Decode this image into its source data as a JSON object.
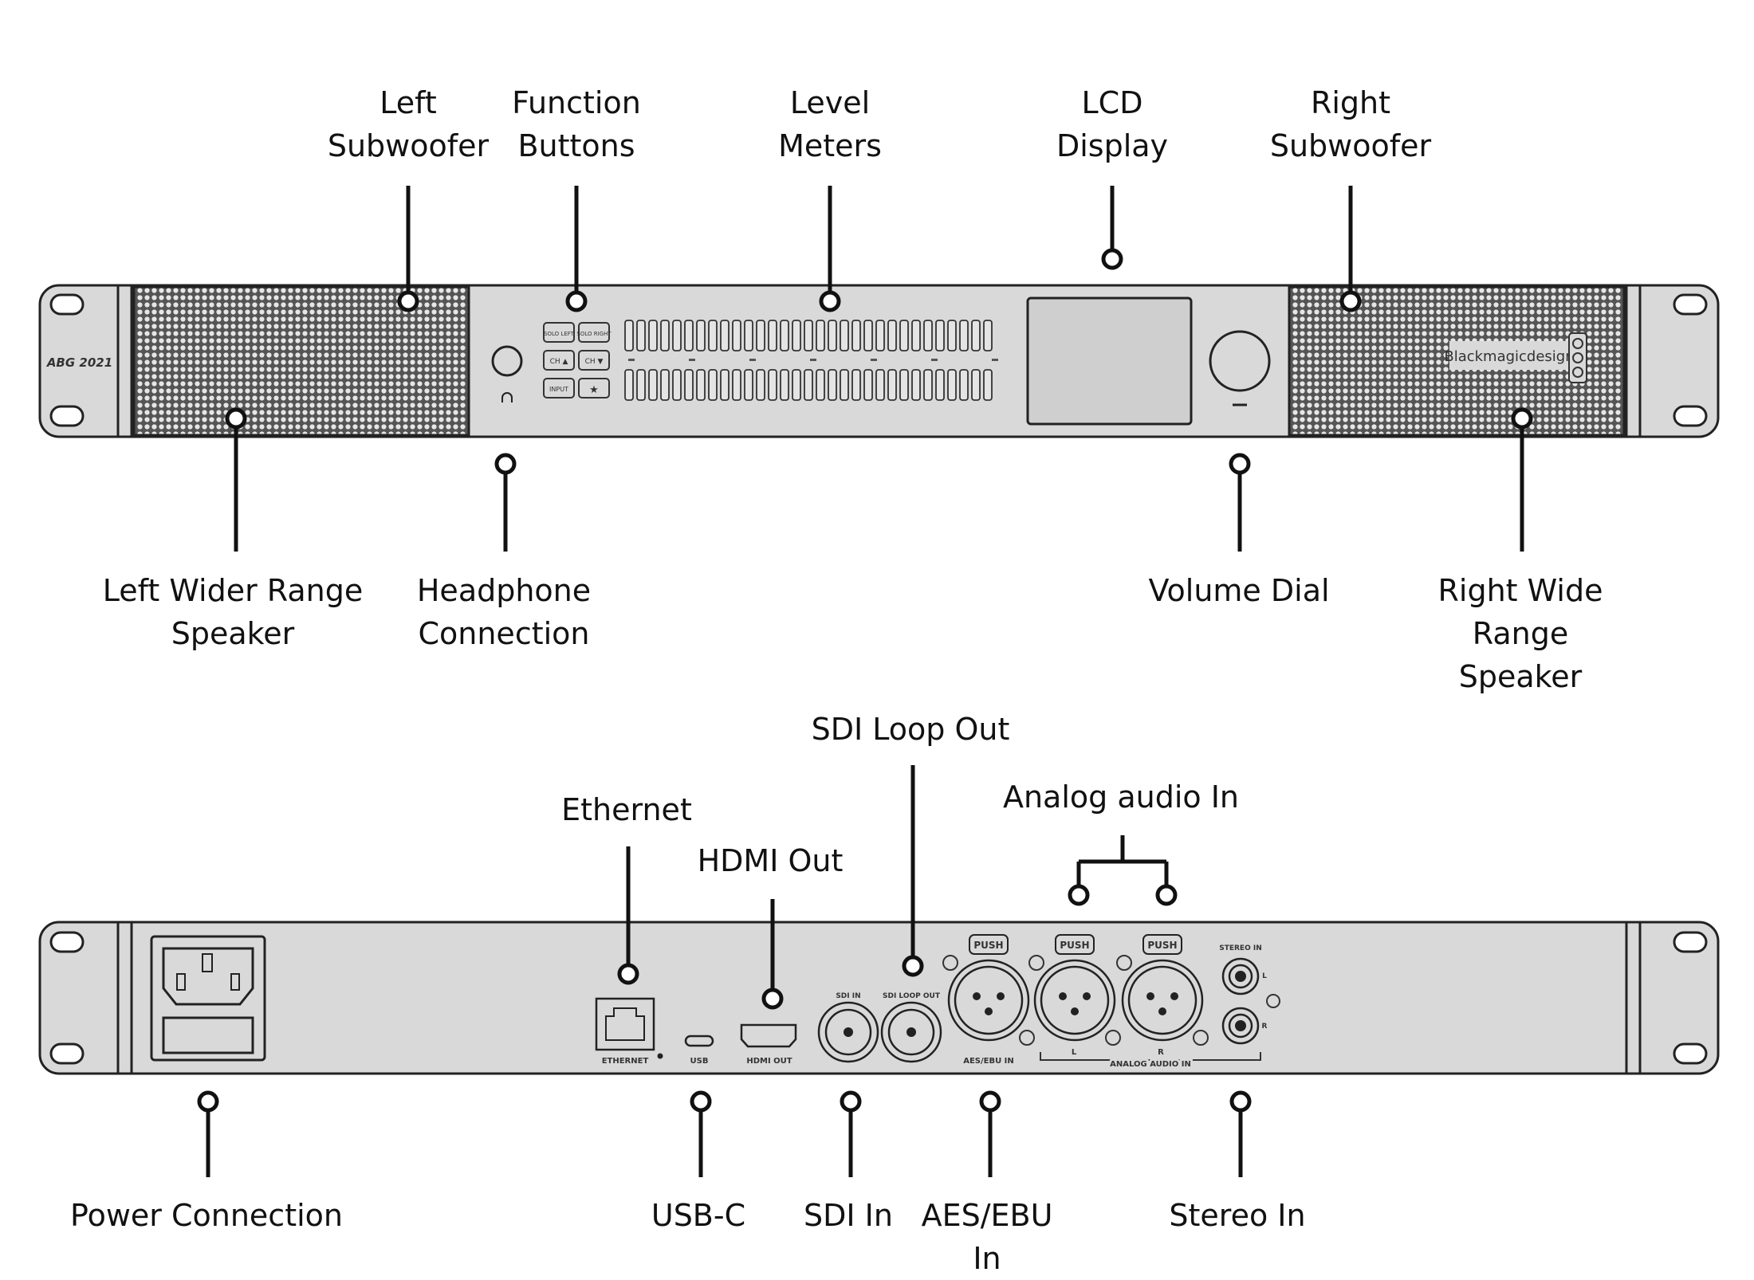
{
  "front_panel": {
    "callouts": {
      "left_subwoofer": "Left\nSubwoofer",
      "function_buttons": "Function\nButtons",
      "level_meters": "Level\nMeters",
      "lcd_display": "LCD\nDisplay",
      "right_subwoofer": "Right\nSubwoofer",
      "left_wider_range_speaker": "Left Wider Range\nSpeaker",
      "headphone_connection": "Headphone\nConnection",
      "volume_dial": "Volume Dial",
      "right_wide_range_speaker": "Right Wide Range\nSpeaker"
    },
    "model_badge": "ABG 2021",
    "brand": "Blackmagicdesign",
    "buttons": [
      "SOLO LEFT",
      "SOLO RIGHT",
      "CH ▲",
      "CH ▼",
      "INPUT",
      "★"
    ]
  },
  "rear_panel": {
    "callouts": {
      "ethernet": "Ethernet",
      "hdmi_out": "HDMI Out",
      "sdi_loop_out": "SDI Loop Out",
      "analog_audio_in": "Analog audio In",
      "power_connection": "Power Connection",
      "usb_c": "USB-C",
      "sdi_in": "SDI In",
      "aes_ebu_in": "AES/EBU\nIn",
      "stereo_in": "Stereo In"
    },
    "port_labels": {
      "ethernet": "ETHERNET",
      "usb": "USB",
      "hdmi_out": "HDMI OUT",
      "sdi_in": "SDI IN",
      "sdi_loop_out": "SDI LOOP OUT",
      "aes_ebu_in": "AES/EBU IN",
      "analog_audio_in": "ANALOG AUDIO IN",
      "stereo_in": "STEREO IN",
      "push": "PUSH",
      "left": "L",
      "right": "R"
    }
  },
  "colors": {
    "chassis": "#d9d9d9",
    "outline": "#222222",
    "lcd": "#cfcfcf",
    "line": "#111111"
  }
}
